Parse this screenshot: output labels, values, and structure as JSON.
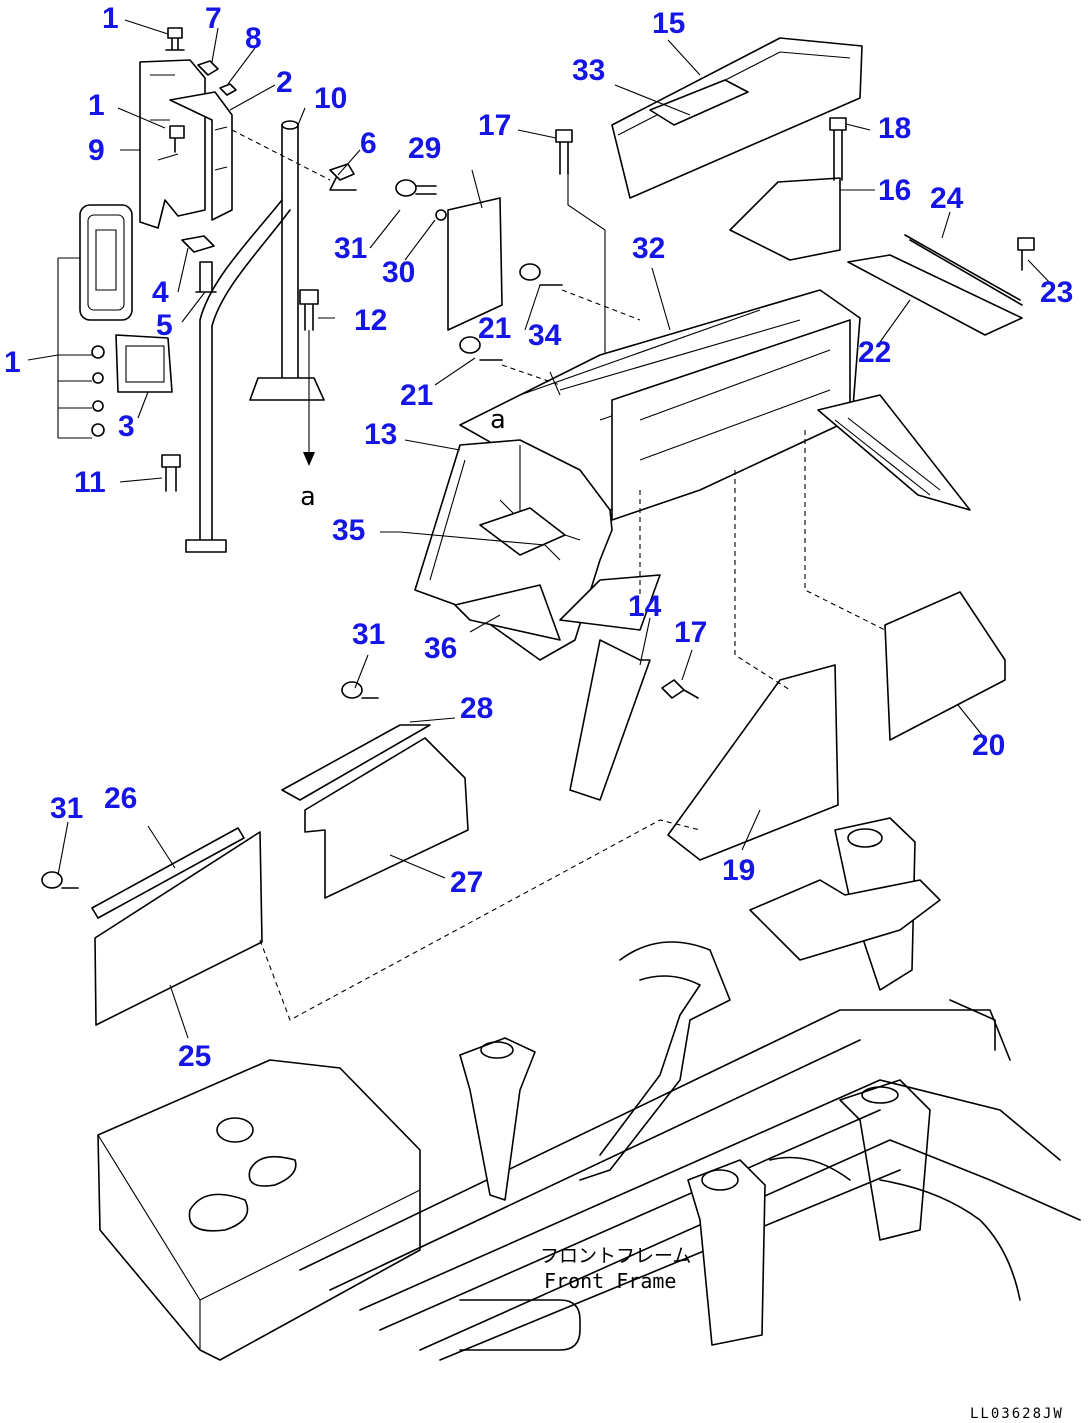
{
  "callouts": {
    "c1a": "1",
    "c1b": "1",
    "c1c": "1",
    "c2": "2",
    "c3": "3",
    "c4": "4",
    "c5": "5",
    "c6": "6",
    "c7": "7",
    "c8": "8",
    "c9": "9",
    "c10": "10",
    "c11": "11",
    "c12": "12",
    "c13": "13",
    "c14": "14",
    "c15": "15",
    "c16": "16",
    "c17a": "17",
    "c17b": "17",
    "c18": "18",
    "c19": "19",
    "c20": "20",
    "c21a": "21",
    "c21b": "21",
    "c22": "22",
    "c23": "23",
    "c24": "24",
    "c25": "25",
    "c26": "26",
    "c27": "27",
    "c28": "28",
    "c29": "29",
    "c30": "30",
    "c31a": "31",
    "c31b": "31",
    "c31c": "31",
    "c32": "32",
    "c33": "33",
    "c34": "34",
    "c35": "35",
    "c36": "36"
  },
  "refs": {
    "a_pipe": "a",
    "a_frame": "a"
  },
  "frame_label_jp": "フロントフレーム",
  "frame_label_en": "Front Frame",
  "drawing_code": "LL03628JW",
  "colors": {
    "callout": "#1515e6",
    "line": "#000000",
    "background": "#ffffff"
  }
}
